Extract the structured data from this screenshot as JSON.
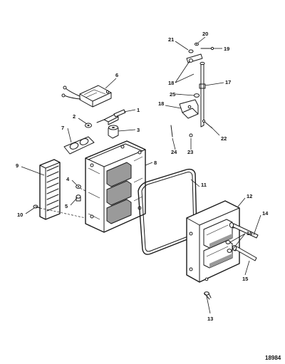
{
  "callouts": [
    {
      "id": "1",
      "label": "1"
    },
    {
      "id": "2",
      "label": "2"
    },
    {
      "id": "3",
      "label": "3"
    },
    {
      "id": "4",
      "label": "4"
    },
    {
      "id": "5",
      "label": "5"
    },
    {
      "id": "6",
      "label": "6"
    },
    {
      "id": "7",
      "label": "7"
    },
    {
      "id": "8",
      "label": "8"
    },
    {
      "id": "9",
      "label": "9"
    },
    {
      "id": "10",
      "label": "10"
    },
    {
      "id": "11",
      "label": "11"
    },
    {
      "id": "12",
      "label": "12"
    },
    {
      "id": "13",
      "label": "13"
    },
    {
      "id": "14",
      "label": "14"
    },
    {
      "id": "15",
      "label": "15"
    },
    {
      "id": "16",
      "label": "16"
    },
    {
      "id": "17",
      "label": "17"
    },
    {
      "id": "18a",
      "label": "18"
    },
    {
      "id": "18b",
      "label": "18"
    },
    {
      "id": "19",
      "label": "19"
    },
    {
      "id": "20",
      "label": "20"
    },
    {
      "id": "21",
      "label": "21"
    },
    {
      "id": "22",
      "label": "22"
    },
    {
      "id": "23",
      "label": "23"
    },
    {
      "id": "24",
      "label": "24"
    },
    {
      "id": "25",
      "label": "25"
    }
  ],
  "figure_number": "18984"
}
